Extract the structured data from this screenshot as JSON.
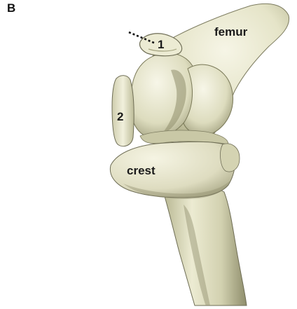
{
  "figure": {
    "panel_letter": "B",
    "labels": {
      "femur": "femur",
      "marker_1": "1",
      "marker_2": "2",
      "crest": "crest"
    },
    "colors": {
      "bone_light": "#f1f0dc",
      "bone_mid": "#d9d8b8",
      "bone_shadow": "#9d9c78",
      "outline": "#6e6d55",
      "text": "#1a1a1a",
      "dotted_line": "#111111"
    }
  }
}
